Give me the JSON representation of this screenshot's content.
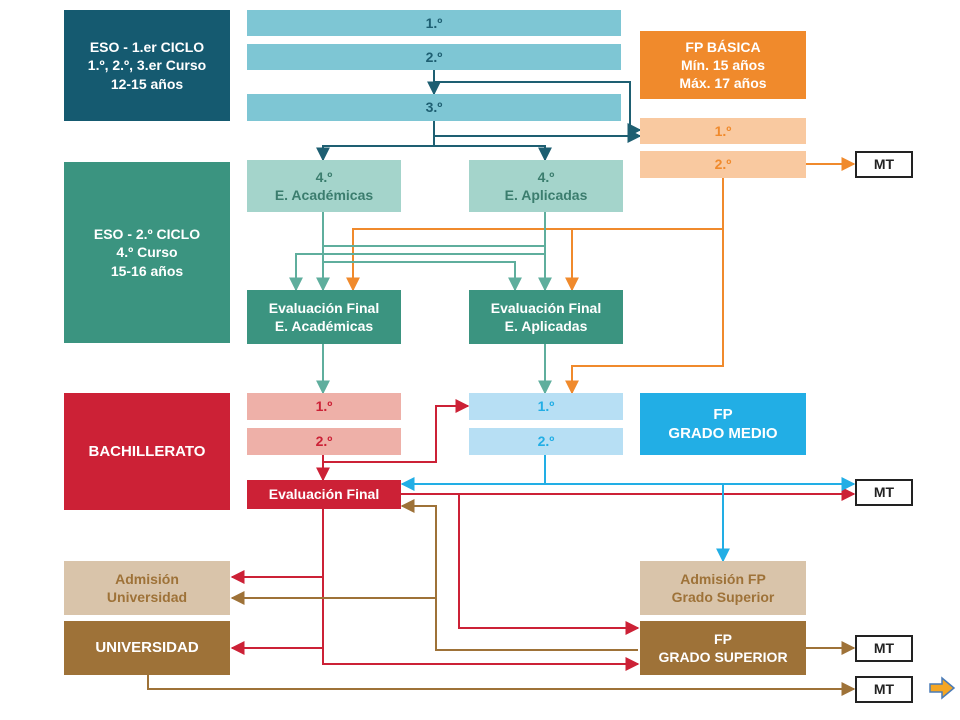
{
  "colors": {
    "eso1_dark": "#155a70",
    "eso1_light": "#7ec6d4",
    "eso2_dark": "#3b9480",
    "eso2_light": "#a4d4cb",
    "fpb_dark": "#f08a2c",
    "fpb_light": "#f9c9a0",
    "bach_dark": "#cc2136",
    "bach_light": "#eeb0a8",
    "fpgm_dark": "#22aee5",
    "fpgm_light": "#b7dff4",
    "univ_dark": "#9e7238",
    "univ_light": "#d9c4aa",
    "line_dark": "#1e5f72",
    "line_green": "#5fae9d",
    "line_orange": "#f08a2c",
    "line_red": "#cc2136",
    "line_blue": "#22aee5",
    "line_brown": "#9e7238"
  },
  "icons": {
    "next": "arrow-right-icon"
  },
  "boxes": {
    "eso1": [
      "ESO - 1.er CICLO",
      "1.º, 2.º, 3.er Curso",
      "12-15 años"
    ],
    "eso1_y1": "1.º",
    "eso1_y2": "2.º",
    "eso1_y3": "3.º",
    "fpb": [
      "FP BÁSICA",
      "Mín. 15 años",
      "Máx. 17 años"
    ],
    "fpb_y1": "1.º",
    "fpb_y2": "2.º",
    "eso2": [
      "ESO - 2.º CICLO",
      "4.º Curso",
      "15-16 años"
    ],
    "eso4_acad": [
      "4.º",
      "E. Académicas"
    ],
    "eso4_apl": [
      "4.º",
      "E. Aplicadas"
    ],
    "eval_acad": [
      "Evaluación Final",
      "E. Académicas"
    ],
    "eval_apl": [
      "Evaluación Final",
      "E. Aplicadas"
    ],
    "bach": "BACHILLERATO",
    "bach_y1": "1.º",
    "bach_y2": "2.º",
    "bach_eval": "Evaluación Final",
    "fpgm_y1": "1.º",
    "fpgm_y2": "2.º",
    "fpgm": [
      "FP",
      "GRADO MEDIO"
    ],
    "adm_univ": [
      "Admisión",
      "Universidad"
    ],
    "adm_fpgs": [
      "Admisión FP",
      "Grado Superior"
    ],
    "univ": "UNIVERSIDAD",
    "fpgs": [
      "FP",
      "GRADO SUPERIOR"
    ],
    "mt1": "MT",
    "mt2": "MT",
    "mt3": "MT",
    "mt4": "MT"
  }
}
